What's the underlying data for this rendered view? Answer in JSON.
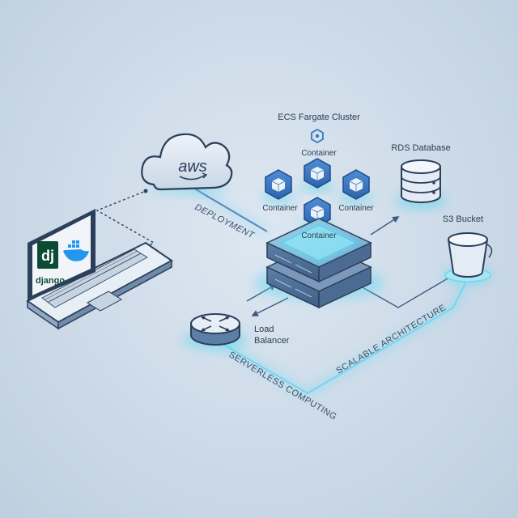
{
  "labels": {
    "cluster": "ECS Fargate Cluster",
    "container_top": "Container",
    "container_left": "Container",
    "container_right": "Container",
    "container_center": "Container",
    "rds": "RDS Database",
    "s3": "S3 Bucket",
    "load_balancer_line1": "Load",
    "load_balancer_line2": "Balancer",
    "deployment": "DEPLOYMENT",
    "scalable": "SCALABLE ARCHITECTURE",
    "serverless": "SERVERLESS COMPUTING",
    "aws_logo": "aws",
    "django_logo": "dj",
    "django_word": "django"
  },
  "colors": {
    "background": "#cbd9e7",
    "glow": "#4fd3f0",
    "accent_blue": "#3a77c4",
    "outline": "#2c3f5a",
    "django_green": "#0c4b33"
  },
  "icons": {
    "cloud": "aws-cloud-icon",
    "laptop": "laptop-icon",
    "docker": "docker-whale-icon",
    "server": "server-stack-icon",
    "database": "database-icon",
    "bucket": "bucket-icon",
    "router": "load-balancer-icon",
    "cube": "container-cube-icon",
    "cluster": "ecs-cluster-icon"
  }
}
